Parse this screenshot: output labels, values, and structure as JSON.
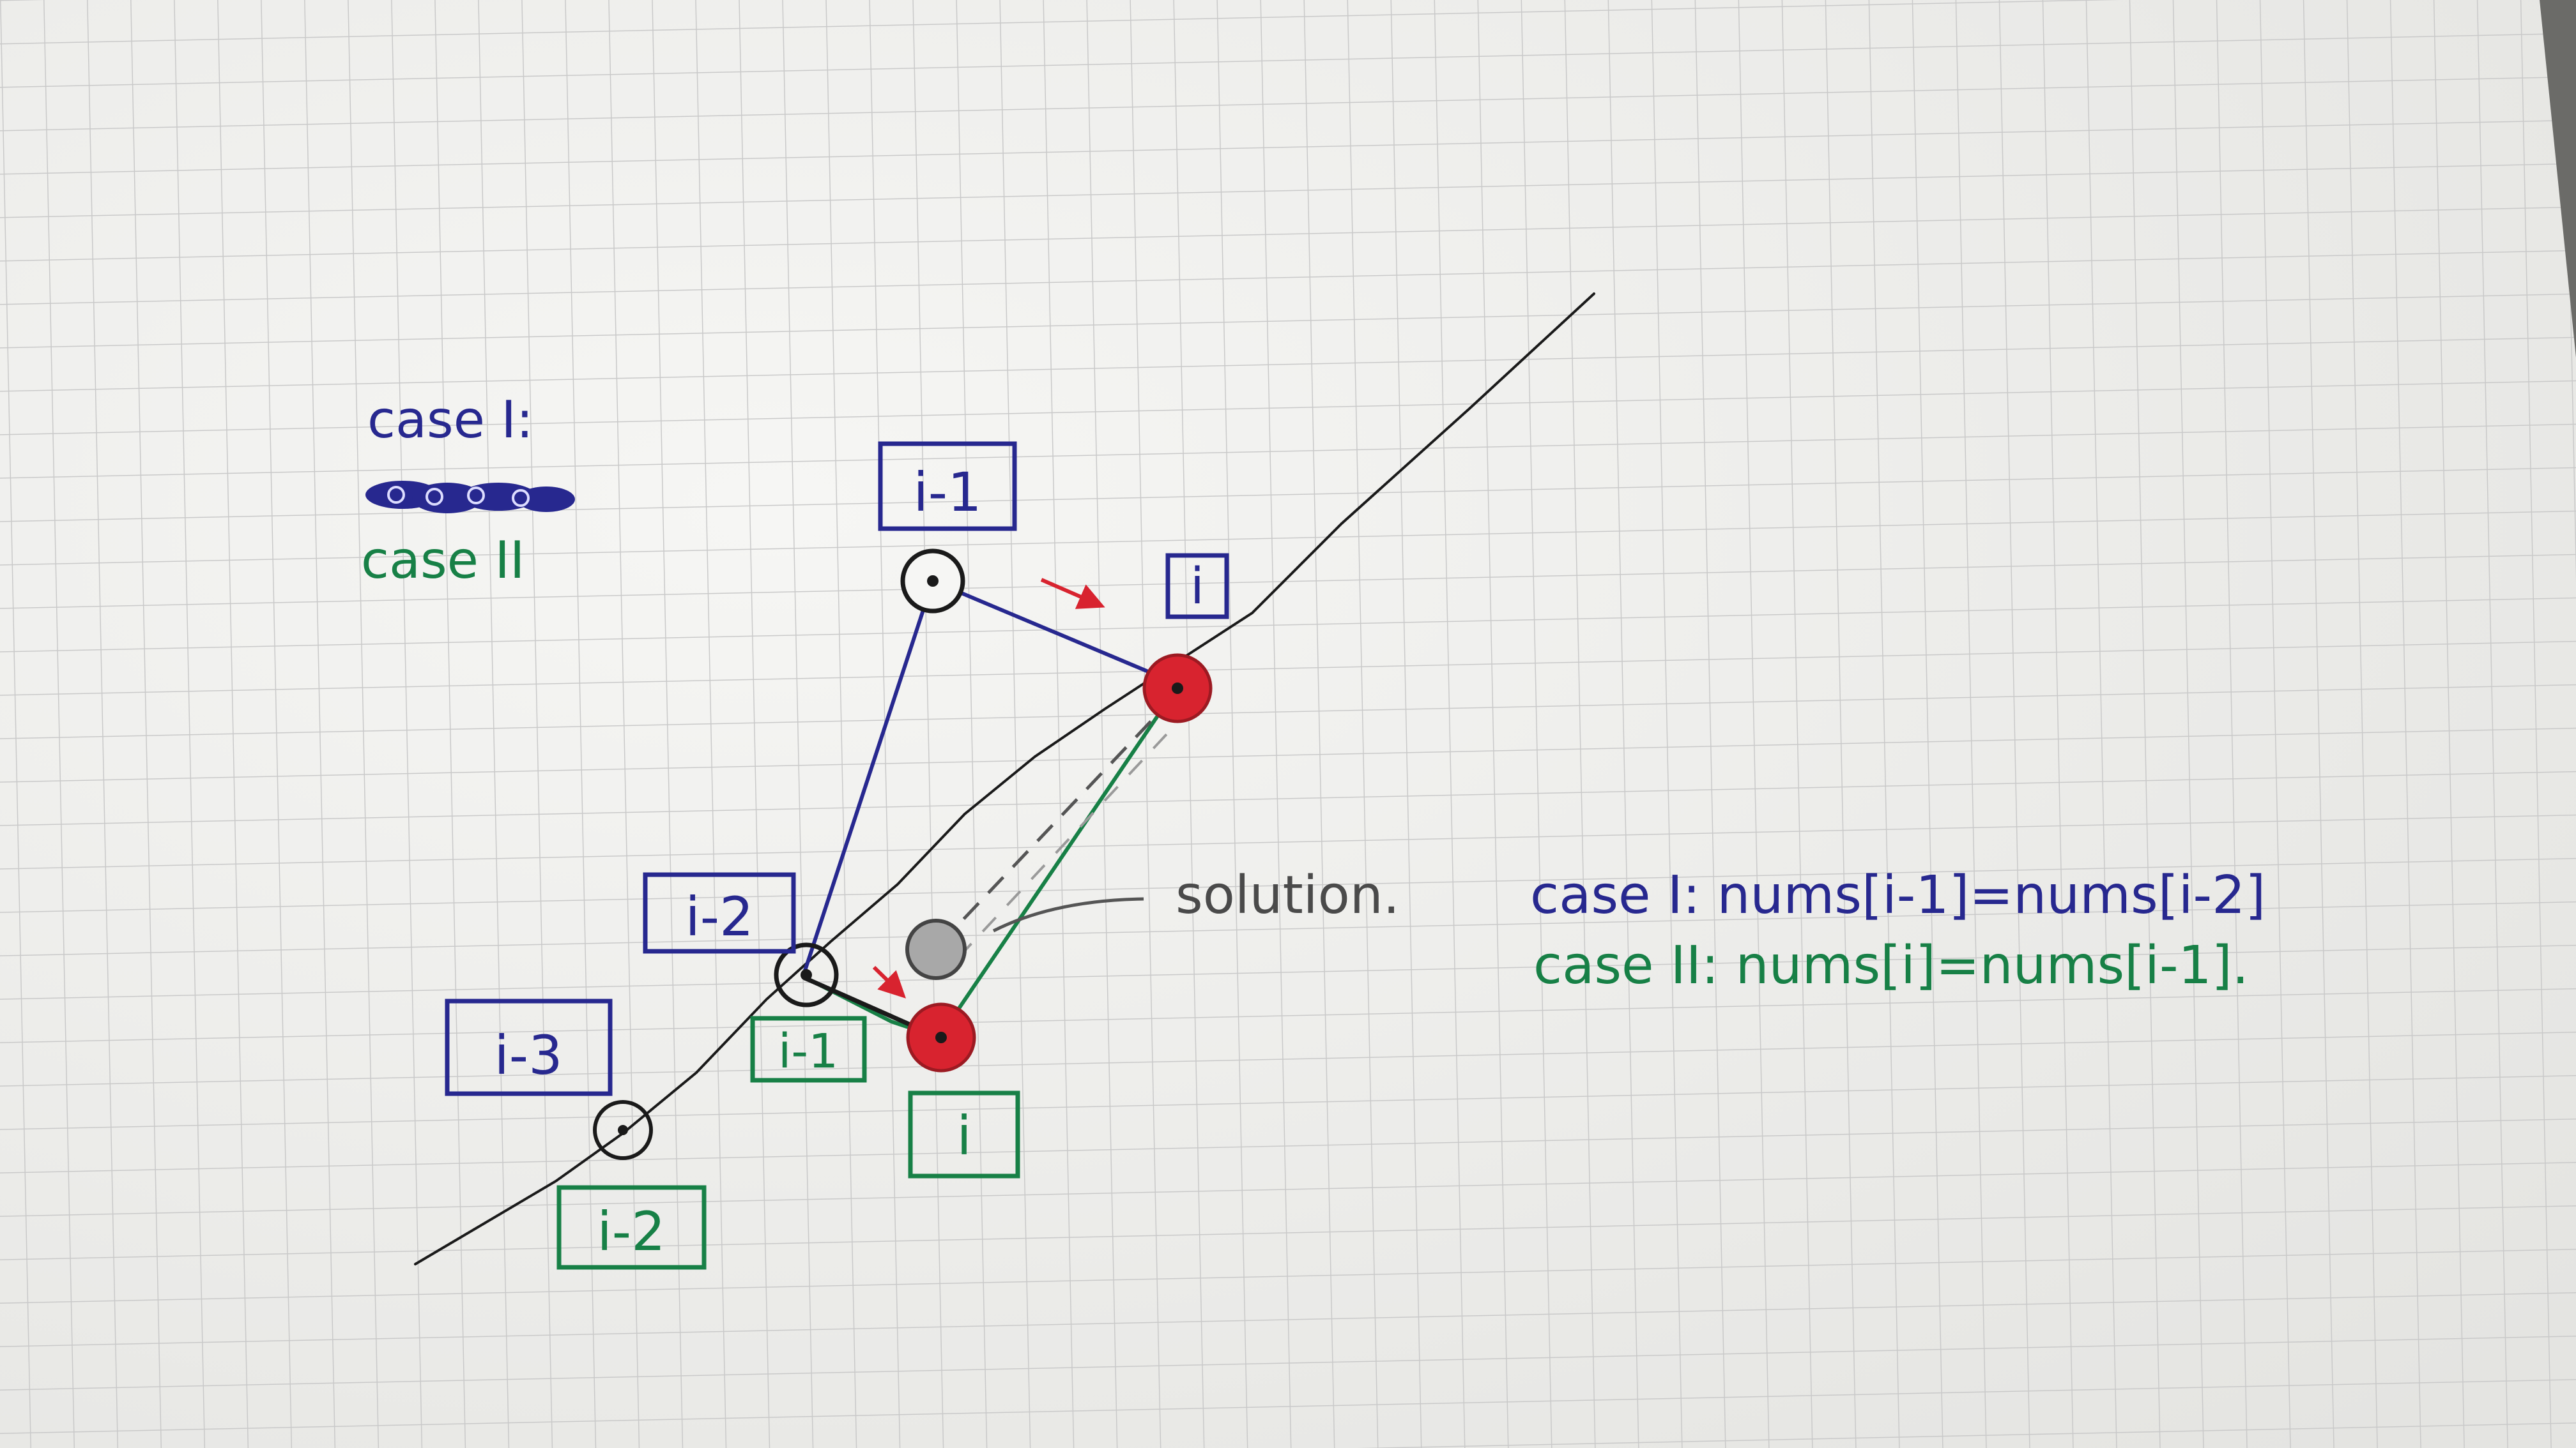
{
  "colors": {
    "paper": "#f3f3f1",
    "grid": "#c9c9c9",
    "ink_black": "#1a1a1a",
    "ink_blue": "#27288f",
    "ink_green": "#178046",
    "ink_red": "#d8232f",
    "ink_gray": "#8a8a8a"
  },
  "legend": {
    "case1": "case I:",
    "case2": "case II"
  },
  "labels": {
    "blue_i_minus_1": "i-1",
    "blue_i": "i",
    "blue_i_minus_2": "i-2",
    "blue_i_minus_3": "i-3",
    "green_i_minus_1": "i-1",
    "green_i": "i",
    "green_i_minus_2": "i-2"
  },
  "annotation": {
    "solution": "solution.",
    "case1_formula": "case I: nums[i-1]=nums[i-2]",
    "case2_formula": "case II: nums[i]=nums[i-1]."
  }
}
